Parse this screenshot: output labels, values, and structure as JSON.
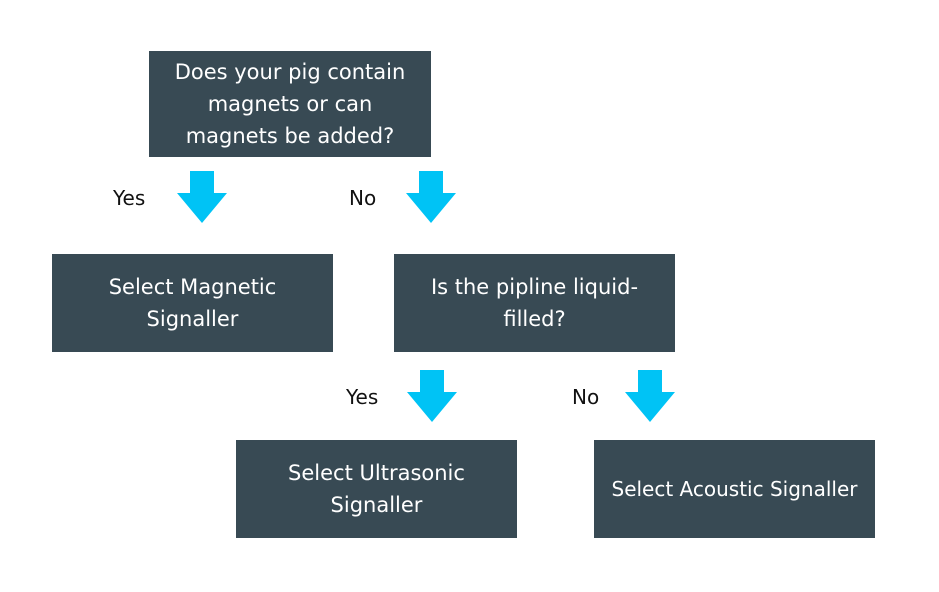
{
  "colors": {
    "box_fill": "#384a54",
    "box_text": "#ffffff",
    "arrow": "#00c3f5",
    "label_text": "#111111"
  },
  "nodes": {
    "question_magnets": "Does your pig contain magnets or can magnets be added?",
    "select_magnetic": "Select Magnetic Signaller",
    "question_liquid": "Is the pipline liquid-filled?",
    "select_ultrasonic": "Select Ultrasonic Signaller",
    "select_acoustic": "Select Acoustic Signaller"
  },
  "edge_labels": {
    "magnets_yes": "Yes",
    "magnets_no": "No",
    "liquid_yes": "Yes",
    "liquid_no": "No"
  },
  "icons": {
    "arrow": "arrow-down-icon"
  }
}
